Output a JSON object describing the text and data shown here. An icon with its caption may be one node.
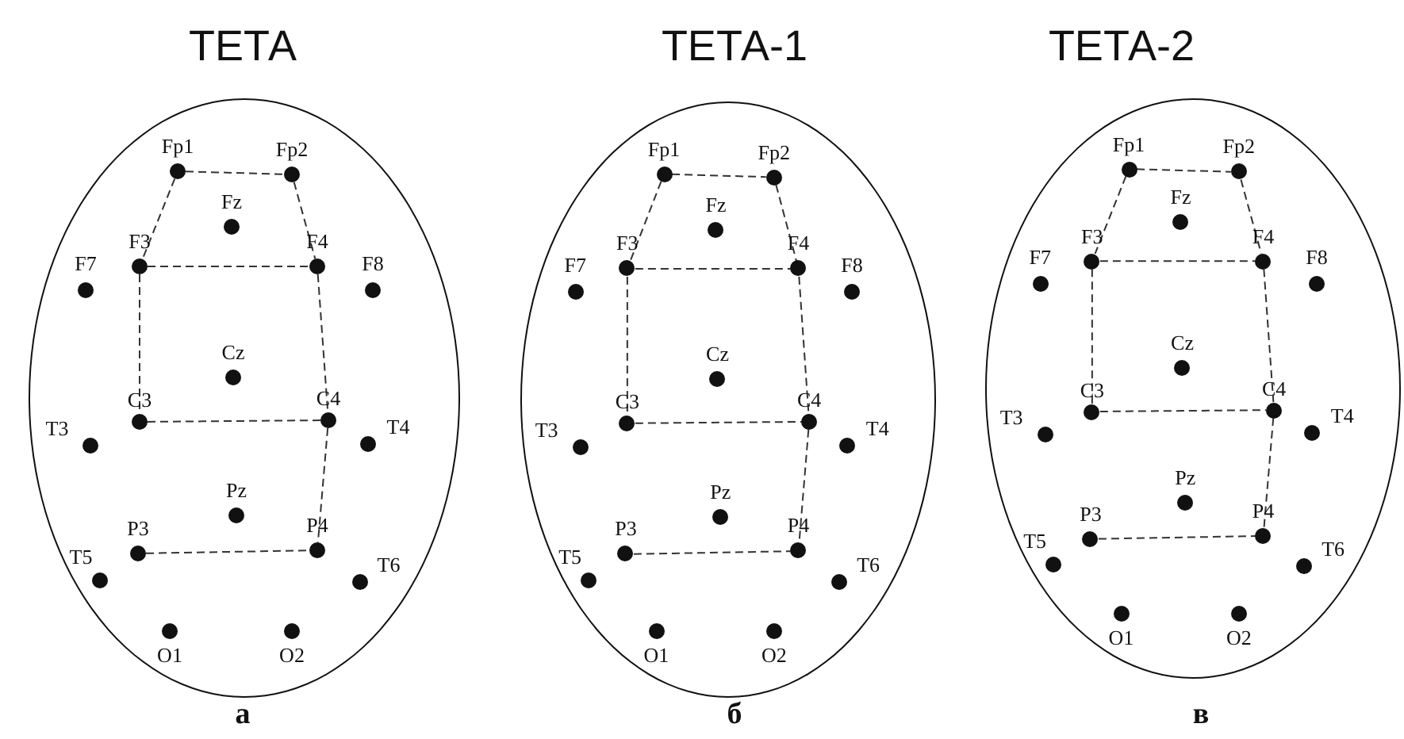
{
  "diagram": {
    "nodes": [
      {
        "text": [
          "ТЕТА"
        ],
        "beside": [
          "а"
        ]
      },
      {
        "text": [
          "Fp1"
        ],
        "in": 0
      },
      {
        "text": [
          "Fp2"
        ],
        "in": 0
      },
      {
        "text": [
          "Fz"
        ],
        "in": 0
      },
      {
        "text": [
          "F7"
        ],
        "in": 0
      },
      {
        "text": [
          "F3"
        ],
        "in": 0
      },
      {
        "text": [
          "F4"
        ],
        "in": 0
      },
      {
        "text": [
          "F8"
        ],
        "in": 0
      },
      {
        "text": [
          "Cz"
        ],
        "in": 0
      },
      {
        "text": [
          "T3"
        ],
        "in": 0
      },
      {
        "text": [
          "C3"
        ],
        "in": 0
      },
      {
        "text": [
          "C4"
        ],
        "in": 0
      },
      {
        "text": [
          "T4"
        ],
        "in": 0
      },
      {
        "text": [
          "Pz"
        ],
        "in": 0
      },
      {
        "text": [
          "P3"
        ],
        "in": 0
      },
      {
        "text": [
          "P4"
        ],
        "in": 0
      },
      {
        "text": [
          "T5"
        ],
        "in": 0
      },
      {
        "text": [
          "T6"
        ],
        "in": 0
      },
      {
        "text": [
          "O1"
        ],
        "in": 0
      },
      {
        "text": [
          "O2"
        ],
        "in": 0
      },
      {
        "text": [
          "ТЕТА-1"
        ],
        "beside": [
          "б"
        ]
      },
      {
        "text": [
          "Fp1"
        ],
        "in": 20
      },
      {
        "text": [
          "Fp2"
        ],
        "in": 20
      },
      {
        "text": [
          "Fz"
        ],
        "in": 20
      },
      {
        "text": [
          "F7"
        ],
        "in": 20
      },
      {
        "text": [
          "F3"
        ],
        "in": 20
      },
      {
        "text": [
          "F4"
        ],
        "in": 20
      },
      {
        "text": [
          "F8"
        ],
        "in": 20
      },
      {
        "text": [
          "Cz"
        ],
        "in": 20
      },
      {
        "text": [
          "T3"
        ],
        "in": 20
      },
      {
        "text": [
          "C3"
        ],
        "in": 20
      },
      {
        "text": [
          "C4"
        ],
        "in": 20
      },
      {
        "text": [
          "T4"
        ],
        "in": 20
      },
      {
        "text": [
          "Pz"
        ],
        "in": 20
      },
      {
        "text": [
          "P3"
        ],
        "in": 20
      },
      {
        "text": [
          "P4"
        ],
        "in": 20
      },
      {
        "text": [
          "T5"
        ],
        "in": 20
      },
      {
        "text": [
          "T6"
        ],
        "in": 20
      },
      {
        "text": [
          "O1"
        ],
        "in": 20
      },
      {
        "text": [
          "O2"
        ],
        "in": 20
      },
      {
        "text": [
          "ТЕТА-2"
        ],
        "beside": [
          "в"
        ]
      },
      {
        "text": [
          "Fp1"
        ],
        "in": 40
      },
      {
        "text": [
          "Fp2"
        ],
        "in": 40
      },
      {
        "text": [
          "Fz"
        ],
        "in": 40
      },
      {
        "text": [
          "F7"
        ],
        "in": 40
      },
      {
        "text": [
          "F3"
        ],
        "in": 40
      },
      {
        "text": [
          "F4"
        ],
        "in": 40
      },
      {
        "text": [
          "F8"
        ],
        "in": 40
      },
      {
        "text": [
          "Cz"
        ],
        "in": 40
      },
      {
        "text": [
          "T3"
        ],
        "in": 40
      },
      {
        "text": [
          "C3"
        ],
        "in": 40
      },
      {
        "text": [
          "C4"
        ],
        "in": 40
      },
      {
        "text": [
          "T4"
        ],
        "in": 40
      },
      {
        "text": [
          "Pz"
        ],
        "in": 40
      },
      {
        "text": [
          "P3"
        ],
        "in": 40
      },
      {
        "text": [
          "P4"
        ],
        "in": 40
      },
      {
        "text": [
          "T5"
        ],
        "in": 40
      },
      {
        "text": [
          "T6"
        ],
        "in": 40
      },
      {
        "text": [
          "O1"
        ],
        "in": 40
      },
      {
        "text": [
          "O2"
        ],
        "in": 40
      }
    ],
    "edges": [
      {
        "from": 1,
        "to": 2,
        "arrow": "none",
        "style": "dashed"
      },
      {
        "from": 1,
        "to": 5,
        "arrow": "none",
        "style": "dashed"
      },
      {
        "from": 2,
        "to": 6,
        "arrow": "none",
        "style": "dashed"
      },
      {
        "from": 5,
        "to": 6,
        "arrow": "none",
        "style": "dashed"
      },
      {
        "from": 5,
        "to": 10,
        "arrow": "none",
        "style": "dashed"
      },
      {
        "from": 6,
        "to": 11,
        "arrow": "none",
        "style": "dashed"
      },
      {
        "from": 10,
        "to": 11,
        "arrow": "none",
        "style": "dashed"
      },
      {
        "from": 11,
        "to": 15,
        "arrow": "none",
        "style": "dashed"
      },
      {
        "from": 14,
        "to": 15,
        "arrow": "none",
        "style": "dashed"
      },
      {
        "from": 21,
        "to": 22,
        "arrow": "none",
        "style": "dashed"
      },
      {
        "from": 21,
        "to": 25,
        "arrow": "none",
        "style": "dashed"
      },
      {
        "from": 22,
        "to": 26,
        "arrow": "none",
        "style": "dashed"
      },
      {
        "from": 25,
        "to": 26,
        "arrow": "none",
        "style": "dashed"
      },
      {
        "from": 25,
        "to": 30,
        "arrow": "none",
        "style": "dashed"
      },
      {
        "from": 26,
        "to": 31,
        "arrow": "none",
        "style": "dashed"
      },
      {
        "from": 30,
        "to": 31,
        "arrow": "none",
        "style": "dashed"
      },
      {
        "from": 31,
        "to": 35,
        "arrow": "none",
        "style": "dashed"
      },
      {
        "from": 34,
        "to": 35,
        "arrow": "none",
        "style": "dashed"
      },
      {
        "from": 41,
        "to": 42,
        "arrow": "none",
        "style": "dashed"
      },
      {
        "from": 41,
        "to": 45,
        "arrow": "none",
        "style": "dashed"
      },
      {
        "from": 42,
        "to": 46,
        "arrow": "none",
        "style": "dashed"
      },
      {
        "from": 45,
        "to": 46,
        "arrow": "none",
        "style": "dashed"
      },
      {
        "from": 45,
        "to": 50,
        "arrow": "none",
        "style": "dashed"
      },
      {
        "from": 46,
        "to": 51,
        "arrow": "none",
        "style": "dashed"
      },
      {
        "from": 50,
        "to": 51,
        "arrow": "none",
        "style": "dashed"
      },
      {
        "from": 51,
        "to": 55,
        "arrow": "none",
        "style": "dashed"
      },
      {
        "from": 54,
        "to": 55,
        "arrow": "none",
        "style": "dashed"
      }
    ]
  }
}
